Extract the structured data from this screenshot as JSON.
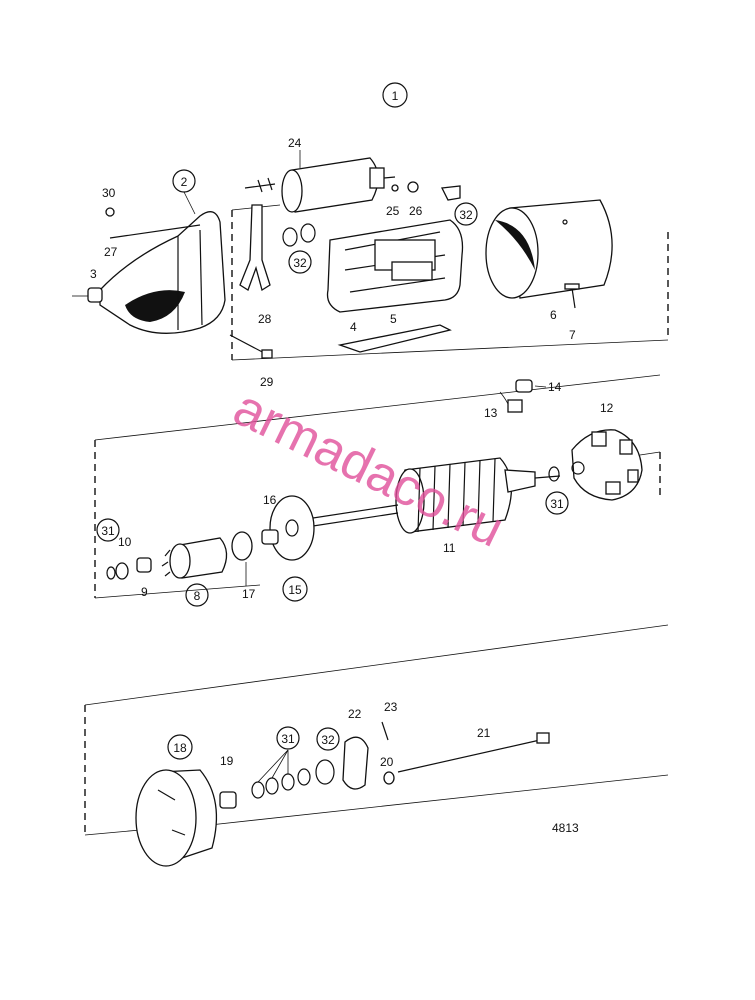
{
  "diagram": {
    "title_number": "1",
    "drawing_number": "4813",
    "watermark": "armadaco.ru",
    "callouts": {
      "c1": "1",
      "c2": "2",
      "c3": "3",
      "c4": "4",
      "c5": "5",
      "c6": "6",
      "c7": "7",
      "c8": "8",
      "c9": "9",
      "c10": "10",
      "c11": "11",
      "c12": "12",
      "c13": "13",
      "c14": "14",
      "c15": "15",
      "c16": "16",
      "c17": "17",
      "c18": "18",
      "c19": "19",
      "c20": "20",
      "c21": "21",
      "c22": "22",
      "c23": "23",
      "c24": "24",
      "c25": "25",
      "c26": "26",
      "c27": "27",
      "c28": "28",
      "c29": "29",
      "c30": "30",
      "c31a": "31",
      "c31b": "31",
      "c31c": "31",
      "c32a": "32",
      "c32b": "32",
      "c32c": "32"
    }
  }
}
